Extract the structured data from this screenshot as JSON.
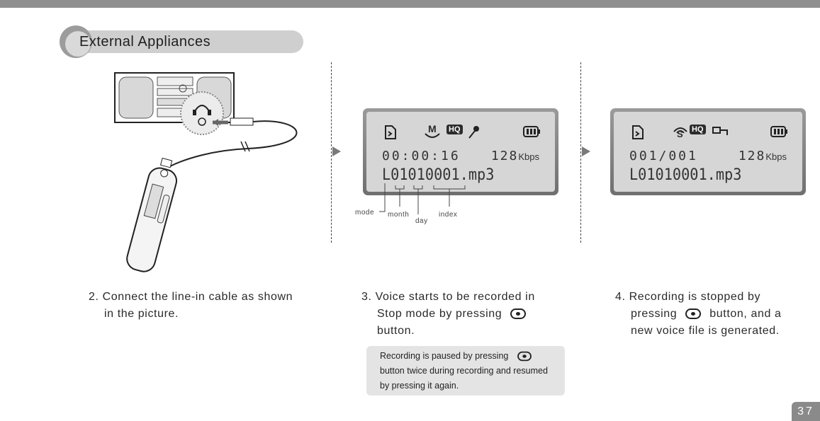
{
  "section": {
    "title": "External Appliances"
  },
  "screens": [
    {
      "time": "00:00:16",
      "bitrate": "128",
      "bitrate_unit": "Kbps",
      "file": "L01010001.mp3",
      "mode_icon": "M",
      "hq": "HQ"
    },
    {
      "time": "001/001",
      "bitrate": "128",
      "bitrate_unit": "Kbps",
      "file": "L01010001.mp3",
      "mode_icon": "S",
      "hq": "HQ"
    }
  ],
  "filename_labels": {
    "mode": "mode",
    "month": "month",
    "day": "day",
    "index": "index"
  },
  "steps": {
    "step2": {
      "line1": "2. Connect the line-in cable as shown",
      "line2": "in the picture."
    },
    "step3": {
      "line1": "3. Voice starts to be recorded in",
      "line2a": "Stop mode by pressing",
      "line3": "button."
    },
    "step4": {
      "line1": "4. Recording is stopped by",
      "line2a": "pressing",
      "line2b": "button, and a",
      "line3": "new voice file is generated."
    }
  },
  "note": {
    "line1": "Recording is paused by pressing",
    "line2": "button twice during recording and resumed",
    "line3": "by pressing it again."
  },
  "icons": [
    "headphone-icon",
    "document-icon",
    "microphone-icon",
    "battery-icon",
    "line-in-icon",
    "record-button-icon"
  ],
  "page_number": "37"
}
